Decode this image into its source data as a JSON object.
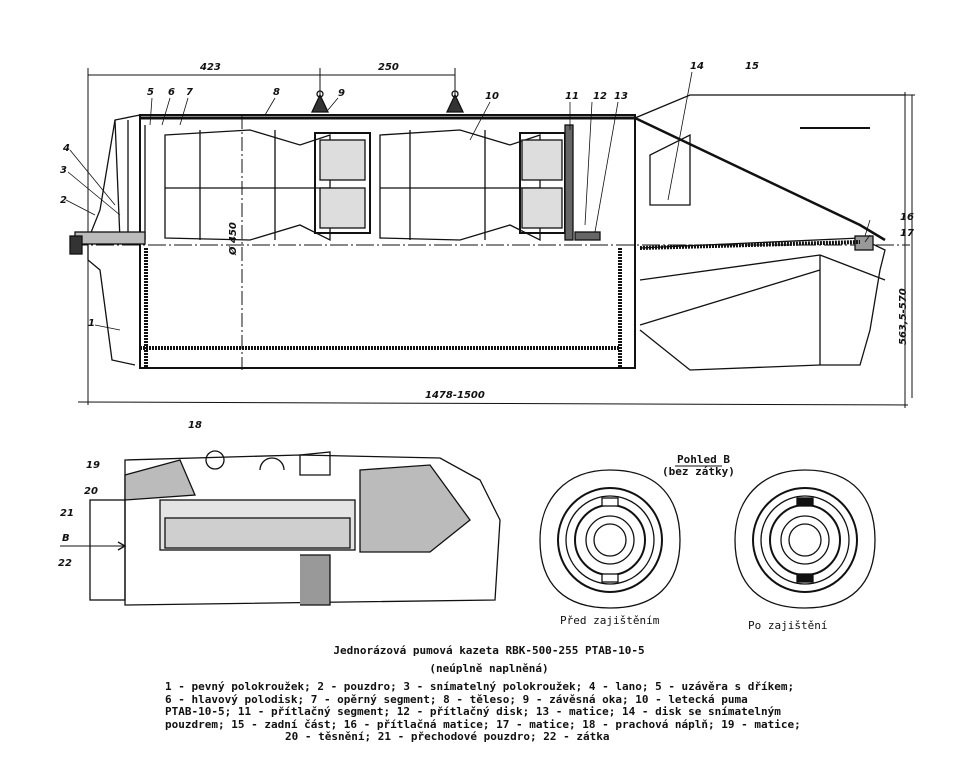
{
  "drawing": {
    "dimensions": {
      "front_section": "423",
      "lug_spacing": "250",
      "diameter": "Ø 450",
      "overall_length": "1478-1500",
      "span": "563,5-570"
    },
    "part_numbers": [
      "1",
      "2",
      "3",
      "4",
      "5",
      "6",
      "7",
      "8",
      "9",
      "10",
      "11",
      "12",
      "13",
      "14",
      "15",
      "16",
      "17",
      "18",
      "19",
      "20",
      "21",
      "22"
    ],
    "section_arrow": "B"
  },
  "view_b": {
    "title": "Pohled B",
    "subtitle": "(bez zátky)",
    "before_label": "Před zajištěním",
    "after_label": "Po zajištění"
  },
  "caption": {
    "title": "Jednorázová pumová kazeta RBK-500-255 PTAB-10-5",
    "subtitle": "(neúplně naplněná)",
    "legend_lines": [
      "1 - pevný polokroužek; 2 - pouzdro; 3 - snímatelný polokroužek; 4 - lano; 5 - uzávěra s dříkem;",
      "6 - hlavový polodisk; 7 - opěrný segment; 8 - těleso; 9 - závěsná oka; 10 - letecká puma",
      "PTAB-10-5; 11 - přítlačný segment; 12 - přítlačný disk; 13 - matice; 14 - disk se snímatelným",
      "pouzdrem; 15 - zadní část; 16 - přítlačná matice; 17 - matice; 18 - prachová náplň; 19 - matice;",
      "20 - těsnění; 21 - přechodové pouzdro; 22 - zátka"
    ]
  }
}
